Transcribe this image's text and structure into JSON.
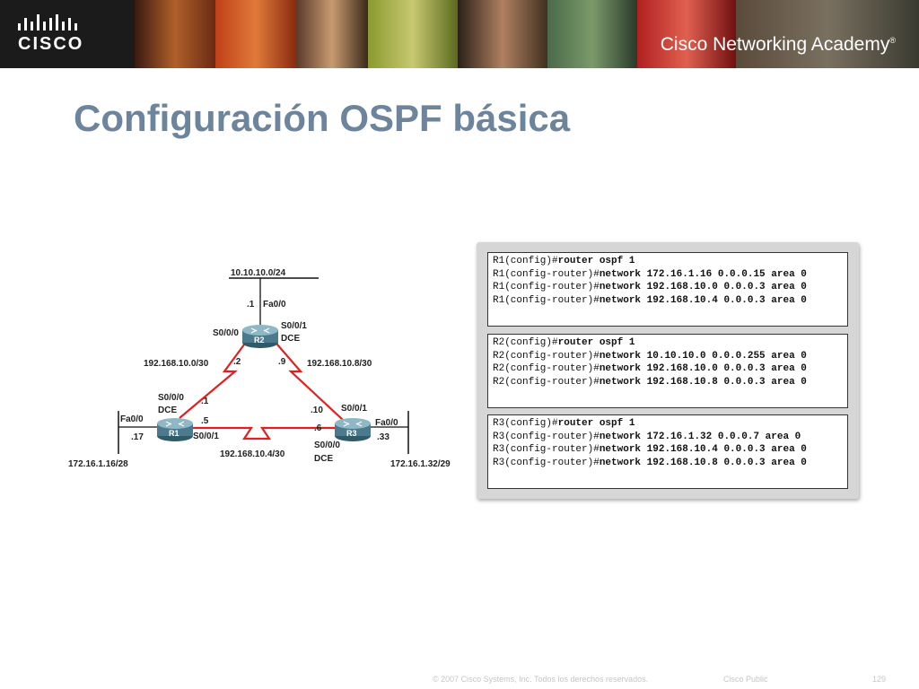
{
  "header": {
    "logo_text": "CISCO",
    "academy_text": "Cisco Networking Academy"
  },
  "slide": {
    "title": "Configuración OSPF básica"
  },
  "topology": {
    "networks": {
      "top": "10.10.10.0/24",
      "left": "172.16.1.16/28",
      "right": "172.16.1.32/29",
      "r1_r2": "192.168.10.0/30",
      "r2_r3": "192.168.10.8/30",
      "r1_r3": "192.168.10.4/30"
    },
    "routers": {
      "r1": "R1",
      "r2": "R2",
      "r3": "R3"
    },
    "labels": {
      "r2_fa_ip": ".1",
      "r2_fa": "Fa0/0",
      "r2_s000": "S0/0/0",
      "r2_s001": "S0/0/1",
      "r2_dce": "DCE",
      "r2_left_ip": ".2",
      "r2_right_ip": ".9",
      "r1_s000": "S0/0/0",
      "r1_dce": "DCE",
      "r1_top_ip": ".1",
      "r1_fa": "Fa0/0",
      "r1_fa_ip": ".17",
      "r1_right_ip": ".5",
      "r1_s001": "S0/0/1",
      "r3_top_ip": ".10",
      "r3_s001": "S0/0/1",
      "r3_left_ip": ".6",
      "r3_fa": "Fa0/0",
      "r3_fa_ip": ".33",
      "r3_s000": "S0/0/0",
      "r3_dce": "DCE"
    }
  },
  "config": {
    "r1": [
      {
        "prompt": "R1(config)#",
        "cmd": "router ospf 1"
      },
      {
        "prompt": "R1(config-router)#",
        "cmd": "network 172.16.1.16 0.0.0.15 area 0"
      },
      {
        "prompt": "R1(config-router)#",
        "cmd": "network 192.168.10.0 0.0.0.3 area 0"
      },
      {
        "prompt": "R1(config-router)#",
        "cmd": "network 192.168.10.4 0.0.0.3 area 0"
      }
    ],
    "r2": [
      {
        "prompt": "R2(config)#",
        "cmd": "router ospf 1"
      },
      {
        "prompt": "R2(config-router)#",
        "cmd": "network 10.10.10.0 0.0.0.255 area 0"
      },
      {
        "prompt": "R2(config-router)#",
        "cmd": "network 192.168.10.0 0.0.0.3 area 0"
      },
      {
        "prompt": "R2(config-router)#",
        "cmd": "network 192.168.10.8 0.0.0.3 area 0"
      }
    ],
    "r3": [
      {
        "prompt": "R3(config)#",
        "cmd": "router ospf 1"
      },
      {
        "prompt": "R3(config-router)#",
        "cmd": "network 172.16.1.32 0.0.0.7 area 0"
      },
      {
        "prompt": "R3(config-router)#",
        "cmd": "network 192.168.10.4 0.0.0.3 area 0"
      },
      {
        "prompt": "R3(config-router)#",
        "cmd": "network 192.168.10.8 0.0.0.3 area 0"
      }
    ]
  },
  "footer": {
    "copyright": "© 2007 Cisco Systems, Inc. Todos los derechos reservados.",
    "classification": "Cisco Public",
    "page": "129"
  },
  "colors": {
    "title": "#6c849c",
    "link": "#e02020",
    "router": "#4a7a8c"
  }
}
